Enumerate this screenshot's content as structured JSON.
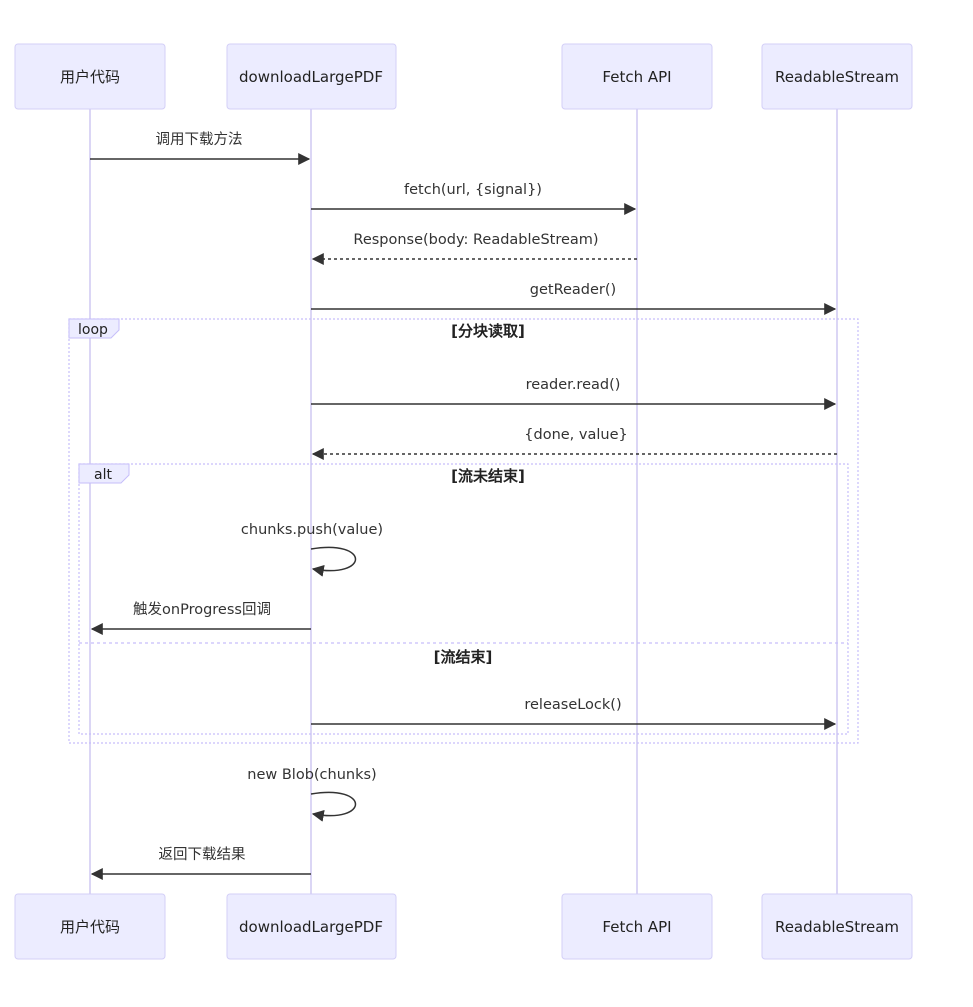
{
  "participants": [
    {
      "id": "user",
      "label": "用户代码"
    },
    {
      "id": "dl",
      "label": "downloadLargePDF"
    },
    {
      "id": "fetch",
      "label": "Fetch API"
    },
    {
      "id": "rs",
      "label": "ReadableStream"
    }
  ],
  "messages": [
    {
      "from": "user",
      "to": "dl",
      "text": "调用下载方法",
      "style": "solid"
    },
    {
      "from": "dl",
      "to": "fetch",
      "text": "fetch(url, {signal})",
      "style": "solid"
    },
    {
      "from": "fetch",
      "to": "dl",
      "text": "Response(body: ReadableStream)",
      "style": "dashed"
    },
    {
      "from": "dl",
      "to": "rs",
      "text": "getReader()",
      "style": "solid"
    },
    {
      "from": "dl",
      "to": "rs",
      "text": "reader.read()",
      "style": "solid"
    },
    {
      "from": "rs",
      "to": "dl",
      "text": "{done, value}",
      "style": "dashed"
    },
    {
      "from": "dl",
      "to": "dl",
      "text": "chunks.push(value)",
      "style": "solid"
    },
    {
      "from": "dl",
      "to": "user",
      "text": "触发onProgress回调",
      "style": "solid"
    },
    {
      "from": "dl",
      "to": "rs",
      "text": "releaseLock()",
      "style": "solid"
    },
    {
      "from": "dl",
      "to": "dl",
      "text": "new Blob(chunks)",
      "style": "solid"
    },
    {
      "from": "dl",
      "to": "user",
      "text": "返回下载结果",
      "style": "solid"
    }
  ],
  "frames": [
    {
      "kind": "loop",
      "label": "loop",
      "condition": "[分块读取]"
    },
    {
      "kind": "alt",
      "label": "alt",
      "condition": "[流未结束]",
      "else_condition": "[流结束]"
    }
  ],
  "colors": {
    "actor_fill": "#ececff",
    "actor_border": "#d3cff7",
    "lifeline": "#cfc8f2",
    "arrow": "#333333",
    "frame_border": "#c6befa"
  }
}
